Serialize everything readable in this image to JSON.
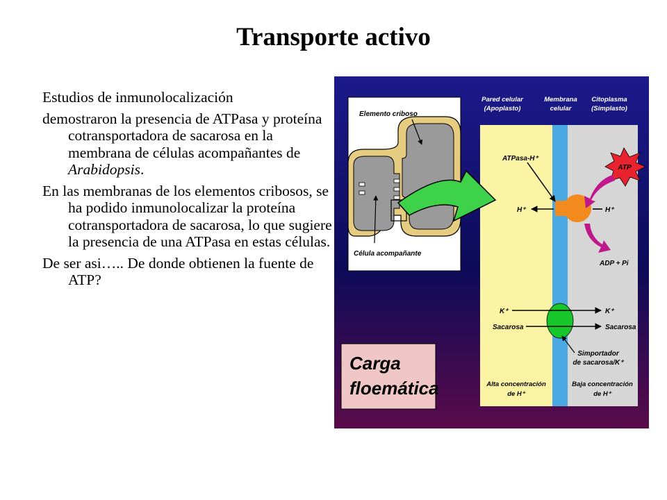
{
  "title": "Transporte activo",
  "text": {
    "p1": "Estudios de inmunolocalización",
    "p2_before": "demostraron la presencia de ATPasa y proteína cotransportadora de sacarosa en la membrana de células acompañantes de ",
    "p2_italic": "Arabidopsis",
    "p2_after": ".",
    "p3": "En las membranas de los elementos cribosos,  se ha podido inmunolocalizar  la proteína cotransportadora de sacarosa, lo que sugiere la presencia de una ATPasa en estas células.",
    "p4": "De ser asi….. De donde obtienen la fuente de ATP?"
  },
  "diagram": {
    "col_pared_1": "Pared celular",
    "col_pared_2": "(Apoplasto)",
    "col_membrana_1": "Membrana",
    "col_membrana_2": "celular",
    "col_citoplasma_1": "Citoplasma",
    "col_citoplasma_2": "(Simplasto)",
    "elemento_criboso": "Elemento criboso",
    "celula_acompanante": "Célula acompañante",
    "atpasa": "ATPasa-H⁺",
    "atp": "ATP",
    "h_left": "H⁺",
    "h_right": "H⁺",
    "adp": "ADP + Pi",
    "k_left": "K⁺",
    "k_right": "K⁺",
    "sacarosa_left": "Sacarosa",
    "sacarosa_right": "Sacarosa",
    "simportador_1": "Simportador",
    "simportador_2": "de sacarosa/K⁺",
    "alta_1": "Alta concentración",
    "alta_2": "de H⁺",
    "baja_1": "Baja concentración",
    "baja_2": "de H⁺",
    "carga_1": "Carga",
    "carga_2": "floemática"
  },
  "colors": {
    "background_gradient": [
      "#1c1a8c",
      "#0d0b58",
      "#5a0b4a"
    ],
    "apoplast": "#fbf4a4",
    "membrane": "#4aa8e3",
    "cytoplasm": "#d6d6d6",
    "atpase": "#f28a1e",
    "symporter": "#16c62a",
    "atp_star": "#e8232f",
    "atp_arrow": "#c0188a",
    "green_arrow": "#3ed24a",
    "carga_box": "#f1c6c6"
  }
}
